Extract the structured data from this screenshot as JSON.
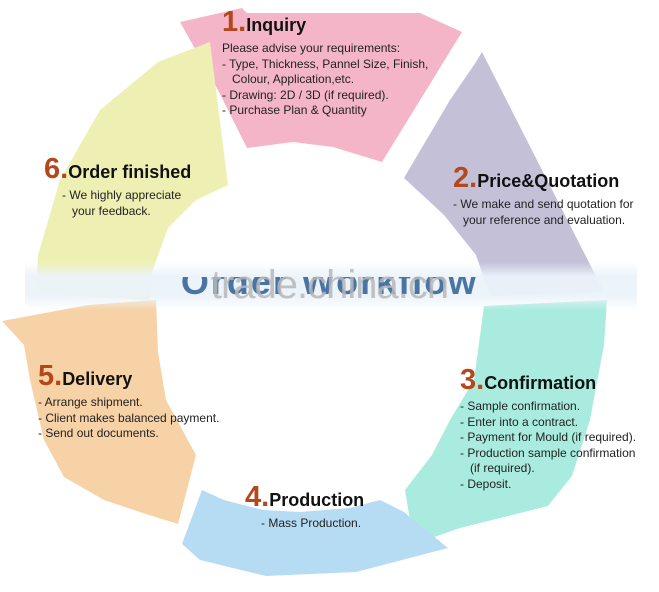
{
  "center": {
    "title": "Order Workflow",
    "watermark": "trade.china.cn"
  },
  "steps": [
    {
      "number": "1.",
      "title": "Inquiry",
      "color": "#f4b5c9",
      "lines": [
        "Please advise your requirements:",
        "- Type, Thickness, Pannel Size, Finish,",
        "  Colour, Application,etc.",
        "- Drawing: 2D / 3D (if required).",
        "- Purchase Plan & Quantity"
      ]
    },
    {
      "number": "2.",
      "title": "Price&Quotation",
      "color": "#c4c0d8",
      "lines": [
        "- We make and send quotation for",
        "  your reference and evaluation."
      ]
    },
    {
      "number": "3.",
      "title": "Confirmation",
      "color": "#a9ecdf",
      "lines": [
        "- Sample confirmation.",
        "- Enter into a contract.",
        "- Payment for Mould (if required).",
        "- Production sample confirmation",
        "  (if required).",
        "- Deposit."
      ]
    },
    {
      "number": "4.",
      "title": "Production",
      "color": "#b6dcf3",
      "lines": [
        "- Mass Production."
      ]
    },
    {
      "number": "5.",
      "title": "Delivery",
      "color": "#f7d2a6",
      "lines": [
        "- Arrange shipment.",
        "- Client makes balanced payment.",
        "- Send out documents."
      ]
    },
    {
      "number": "6.",
      "title": "Order finished",
      "color": "#eef0b3",
      "lines": [
        "- We highly appreciate",
        "  your feedback."
      ]
    }
  ]
}
